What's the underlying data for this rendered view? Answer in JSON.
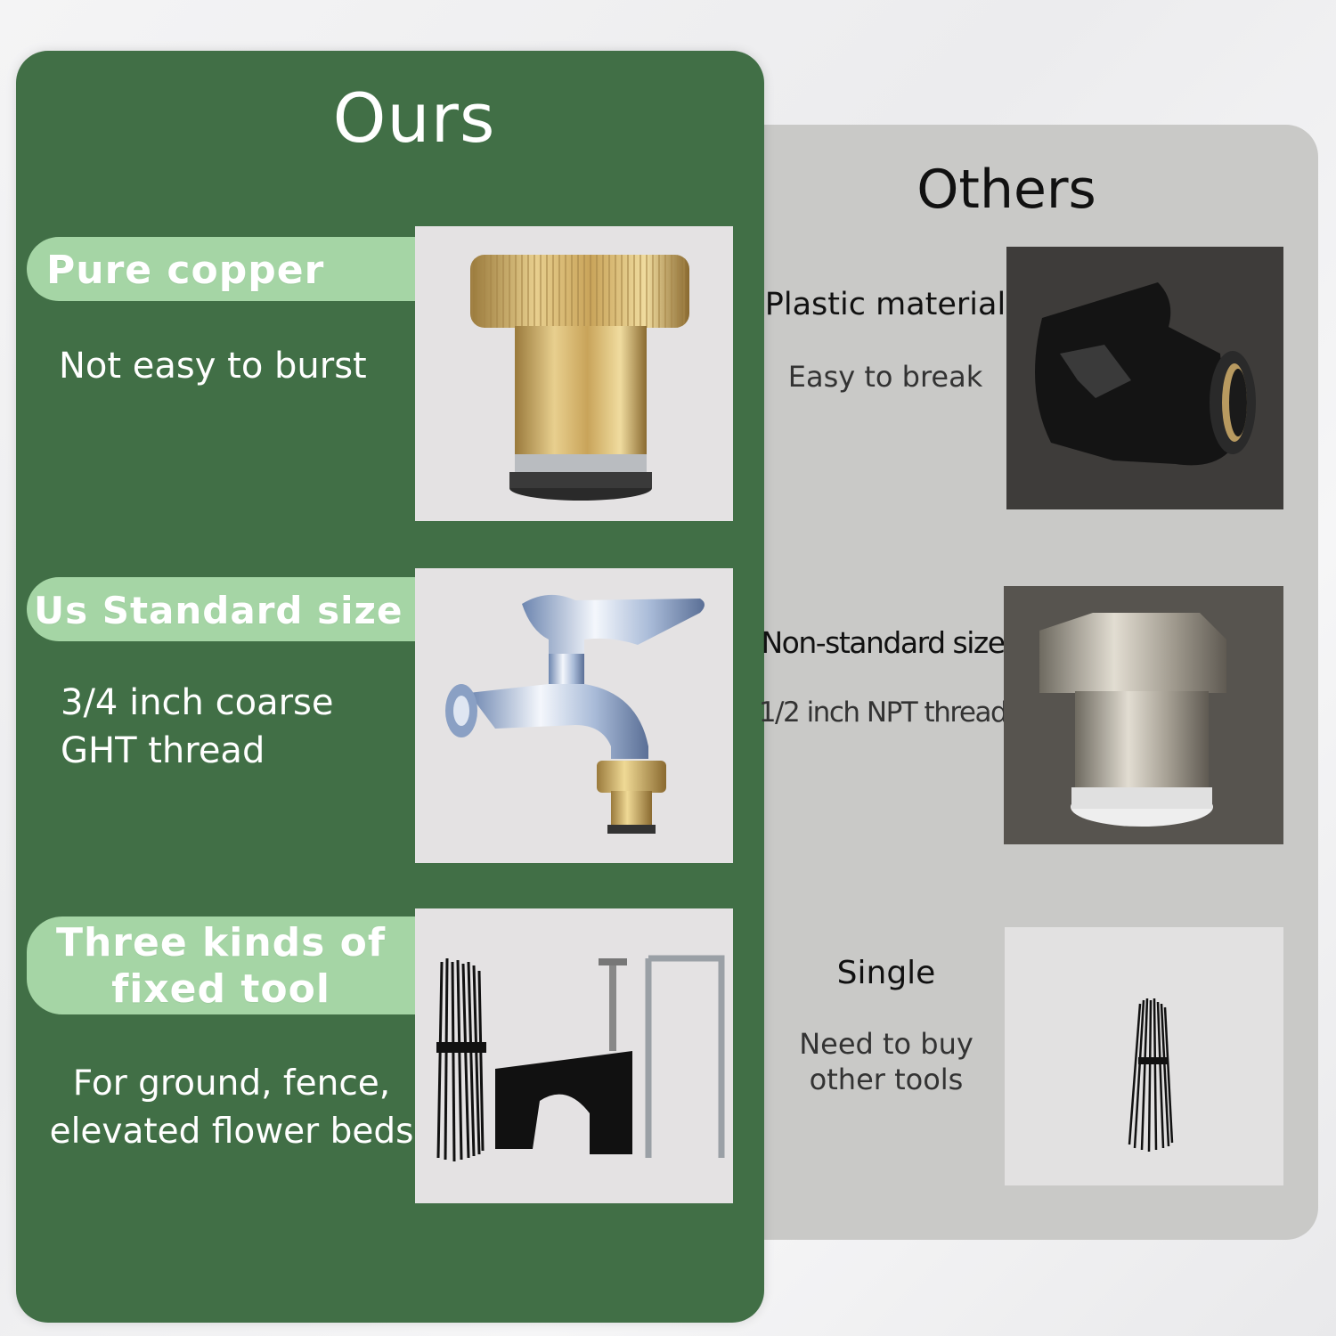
{
  "ours": {
    "title": "Ours",
    "features": [
      {
        "label": "Pure copper",
        "desc_lines": [
          "Not easy to burst"
        ],
        "image_icon": "brass-connector-icon"
      },
      {
        "label": "Us Standard size",
        "desc_lines": [
          "3/4 inch coarse",
          "GHT thread"
        ],
        "image_icon": "faucet-with-connector-icon"
      },
      {
        "label_lines": [
          "Three kinds of",
          "fixed tool"
        ],
        "desc_lines": [
          "For ground, fence,",
          "elevated flower beds"
        ],
        "image_icon": "ties-clip-stake-icon"
      }
    ]
  },
  "others": {
    "title": "Others",
    "features": [
      {
        "label": "Plastic material",
        "desc_lines": [
          "Easy to break"
        ],
        "image_icon": "broken-plastic-connector-icon"
      },
      {
        "label": "Non-standard size",
        "desc_lines": [
          "1/2 inch NPT thread"
        ],
        "image_icon": "nickel-connector-icon"
      },
      {
        "label": "Single",
        "desc_lines": [
          "Need to buy",
          "other tools"
        ],
        "image_icon": "cable-ties-icon"
      }
    ]
  },
  "colors": {
    "ours_panel": "#416f46",
    "pill": "#a5d5a5",
    "others_panel": "#c9c9c7"
  }
}
